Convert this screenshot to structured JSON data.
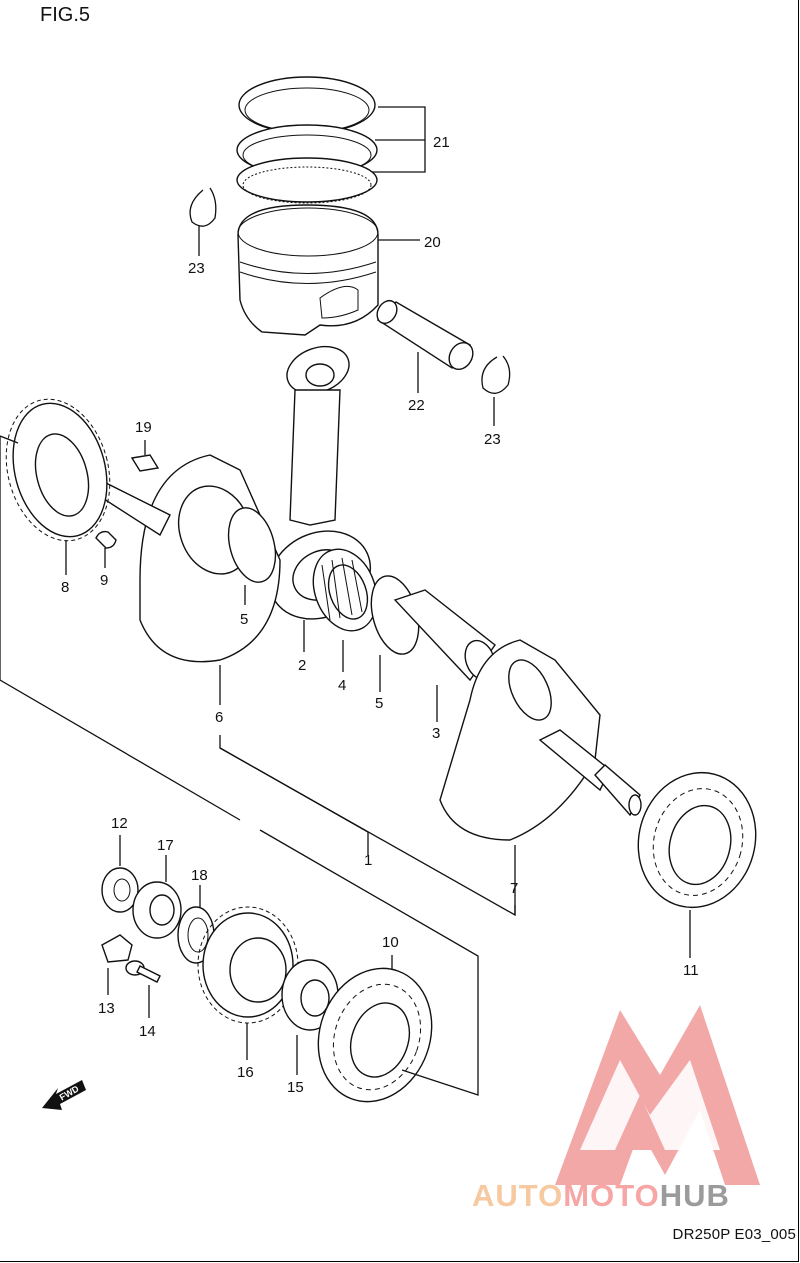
{
  "figure_label": "FIG.5",
  "doc_code": "DR250P E03_005",
  "watermark": {
    "brand_part1": "AUTO",
    "brand_part2": "MOTO",
    "brand_part3": "HUB",
    "colors": {
      "auto": "#f6c9a0",
      "moto": "#f7a6a6",
      "hub": "#9b9b9b",
      "logo": "#f29a9a"
    }
  },
  "fwd_label": "FWD",
  "callouts": {
    "c1": "1",
    "c2": "2",
    "c3": "3",
    "c4": "4",
    "c5a": "5",
    "c5b": "5",
    "c6": "6",
    "c7": "7",
    "c8": "8",
    "c9": "9",
    "c10": "10",
    "c11": "11",
    "c12": "12",
    "c13": "13",
    "c14": "14",
    "c15": "15",
    "c16": "16",
    "c17": "17",
    "c18": "18",
    "c19": "19",
    "c20": "20",
    "c21": "21",
    "c22": "22",
    "c23a": "23",
    "c23b": "23"
  }
}
